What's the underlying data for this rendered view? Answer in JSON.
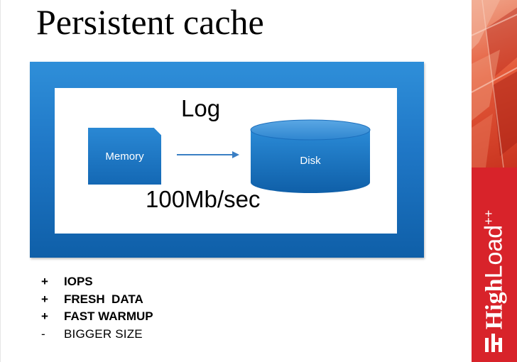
{
  "slide": {
    "title": "Persistent cache"
  },
  "diagram": {
    "log_label": "Log",
    "memory_label": "Memory",
    "disk_label": "Disk",
    "rate_label": "100Mb/sec"
  },
  "bullets": [
    {
      "mark": "+",
      "text": "IOPS"
    },
    {
      "mark": "+",
      "text": "FRESH  DATA"
    },
    {
      "mark": "+",
      "text": "FAST WARMUP"
    },
    {
      "mark": "-",
      "text": "BIGGER SIZE"
    }
  ],
  "branding": {
    "name_high": "High",
    "name_load": "Load",
    "name_suffix": "++"
  },
  "colors": {
    "frame_blue": "#1f77c6",
    "banner_red": "#d8232a"
  },
  "icons": [
    "arrow-right-icon",
    "memory-card-icon",
    "disk-cylinder-icon",
    "highload-logo-icon"
  ]
}
